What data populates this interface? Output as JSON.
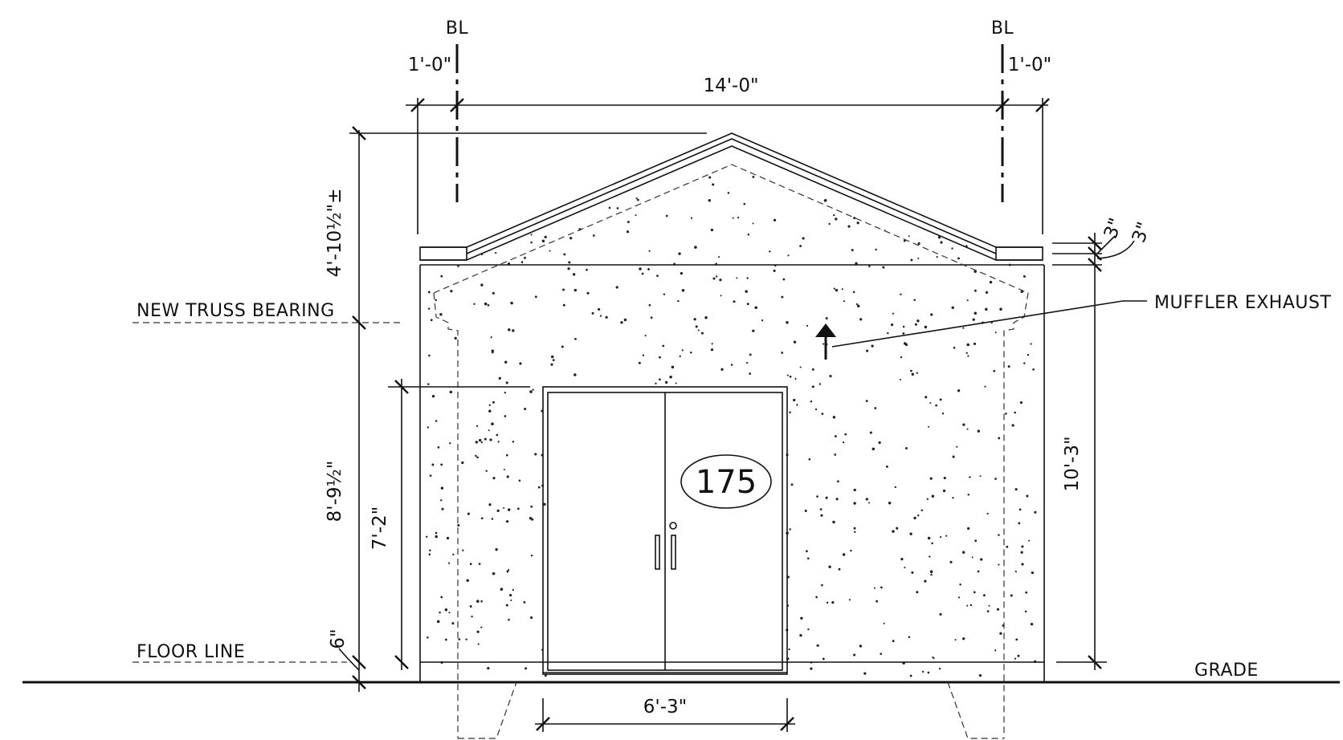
{
  "drawing": {
    "labels": {
      "bl_left": "BL",
      "bl_right": "BL",
      "new_truss_bearing": "NEW TRUSS BEARING",
      "floor_line": "FLOOR LINE",
      "grade": "GRADE",
      "muffler_exhaust": "MUFFLER EXHAUST",
      "address_number": "175"
    },
    "dimensions": {
      "overhang_left": "1'-0\"",
      "overhang_right": "1'-0\"",
      "bl_to_bl_width": "14'-0\"",
      "roof_height": "4'-10½\"±",
      "wall_height": "8'-9½\"",
      "door_height": "7'-2\"",
      "floor_above_grade": "6\"",
      "fascia_a": "3\"",
      "fascia_b": "3\"",
      "eave_height": "10'-3\"",
      "door_width": "6'-3\""
    }
  }
}
